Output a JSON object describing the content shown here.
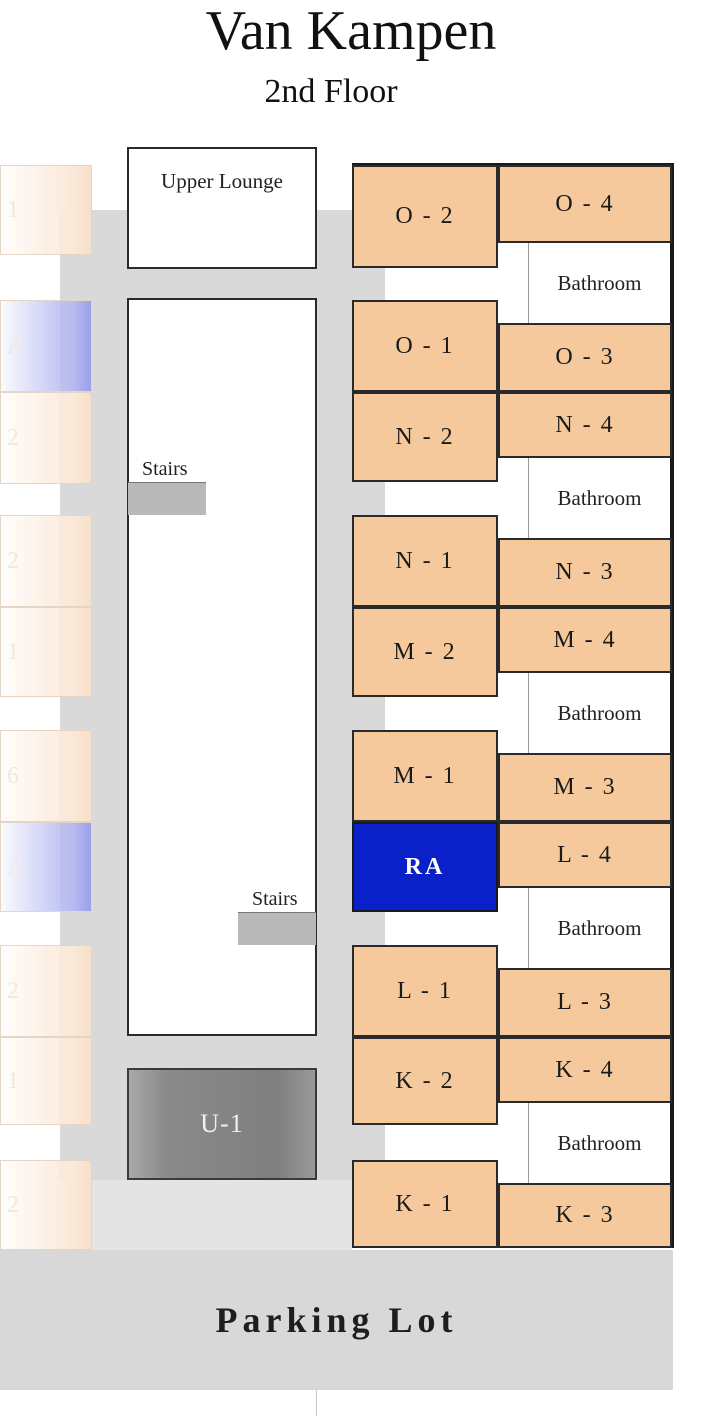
{
  "header": {
    "title": "Van Kampen",
    "subtitle": "2nd Floor"
  },
  "colors": {
    "room": "#f6c99c",
    "ra": "#0a20c8",
    "corridor": "#d9d9d9",
    "utility": "#808080",
    "parking": "#d8d8d8"
  },
  "lounge": {
    "label": "Upper Lounge"
  },
  "stairs": [
    "Stairs",
    "Stairs"
  ],
  "utility": {
    "label": "U-1"
  },
  "rooms": {
    "O2": "O - 2",
    "O4": "O - 4",
    "O1": "O - 1",
    "O3": "O - 3",
    "N2": "N - 2",
    "N4": "N - 4",
    "N1": "N - 1",
    "N3": "N - 3",
    "M2": "M - 2",
    "M4": "M - 4",
    "M1": "M - 1",
    "M3": "M - 3",
    "RA": "RA",
    "L4": "L - 4",
    "L1": "L - 1",
    "L3": "L - 3",
    "K2": "K - 2",
    "K4": "K - 4",
    "K1": "K - 1",
    "K3": "K - 3"
  },
  "bathrooms": [
    "Bathroom",
    "Bathroom",
    "Bathroom",
    "Bathroom",
    "Bathroom"
  ],
  "parking": {
    "label": "Parking Lot"
  }
}
